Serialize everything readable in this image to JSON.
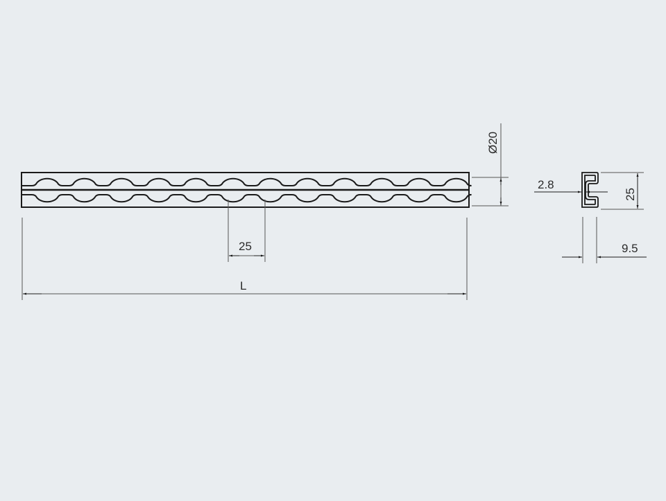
{
  "drawing": {
    "type": "technical-drawing",
    "subject": "Airline / lashing rail",
    "background": "#e9edf0",
    "line_color": "#1a1a1a",
    "dim_line_color": "#555555"
  },
  "front_view": {
    "arc_count_per_row": 12,
    "rows": 2
  },
  "dimensions": {
    "length_label": "L",
    "pitch_label": "25",
    "diameter_label": "Ø20",
    "thickness_label": "2.8",
    "height_label": "25",
    "width_label": "9.5"
  }
}
